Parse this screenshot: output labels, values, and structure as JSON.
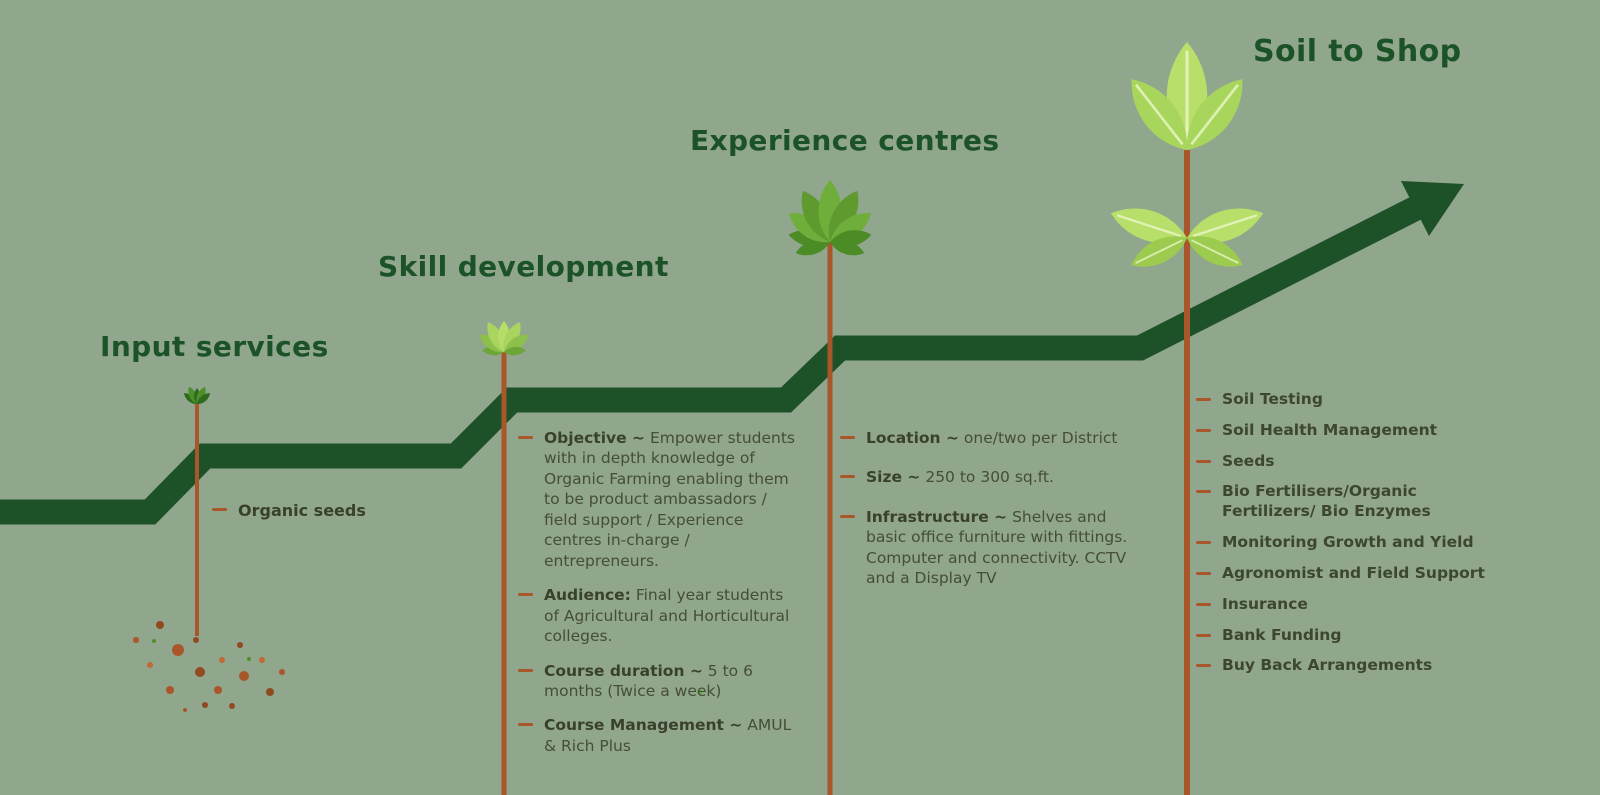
{
  "title": "Soil to Shop",
  "palette": {
    "background": "#90a68d",
    "arrow": "#1d5128",
    "heading": "#1c5227",
    "stem": "#a9572a",
    "bullet_dash": "#a9572a",
    "leaf_light": "#b7df69",
    "leaf_mid": "#6fae3a",
    "leaf_dark": "#2f6b1f",
    "body_text": "#454e38"
  },
  "stages": [
    {
      "title": "Input services",
      "items": [
        {
          "text": "Organic seeds"
        }
      ]
    },
    {
      "title": "Skill development",
      "items": [
        {
          "lead": "Objective ~",
          "text": " Empower students with in depth knowledge of Organic Farming enabling them to be product ambassadors / field support / Experience centres in-charge / entrepreneurs."
        },
        {
          "lead": "Audience:",
          "text": " Final year students of Agricultural and Horticultural colleges."
        },
        {
          "lead": "Course duration ~",
          "text": " 5 to 6 months (Twice a week)"
        },
        {
          "lead": "Course Management ~",
          "text": " AMUL & Rich Plus"
        }
      ]
    },
    {
      "title": "Experience centres",
      "items": [
        {
          "lead": "Location ~",
          "text": " one/two per District"
        },
        {
          "lead": "Size ~",
          "text": " 250 to 300 sq.ft."
        },
        {
          "lead": "Infrastructure ~",
          "text": " Shelves and basic office furniture with fittings. Computer and connectivity. CCTV and a Display TV"
        }
      ]
    },
    {
      "title": "Soil to Shop",
      "items": [
        {
          "text": "Soil Testing"
        },
        {
          "text": "Soil Health Management"
        },
        {
          "text": "Seeds"
        },
        {
          "text": "Bio Fertilisers/Organic Fertilizers/ Bio Enzymes"
        },
        {
          "text": "Monitoring Growth and Yield"
        },
        {
          "text": "Agronomist and Field Support"
        },
        {
          "text": "Insurance"
        },
        {
          "text": "Bank Funding"
        },
        {
          "text": "Buy Back Arrangements"
        }
      ]
    }
  ]
}
